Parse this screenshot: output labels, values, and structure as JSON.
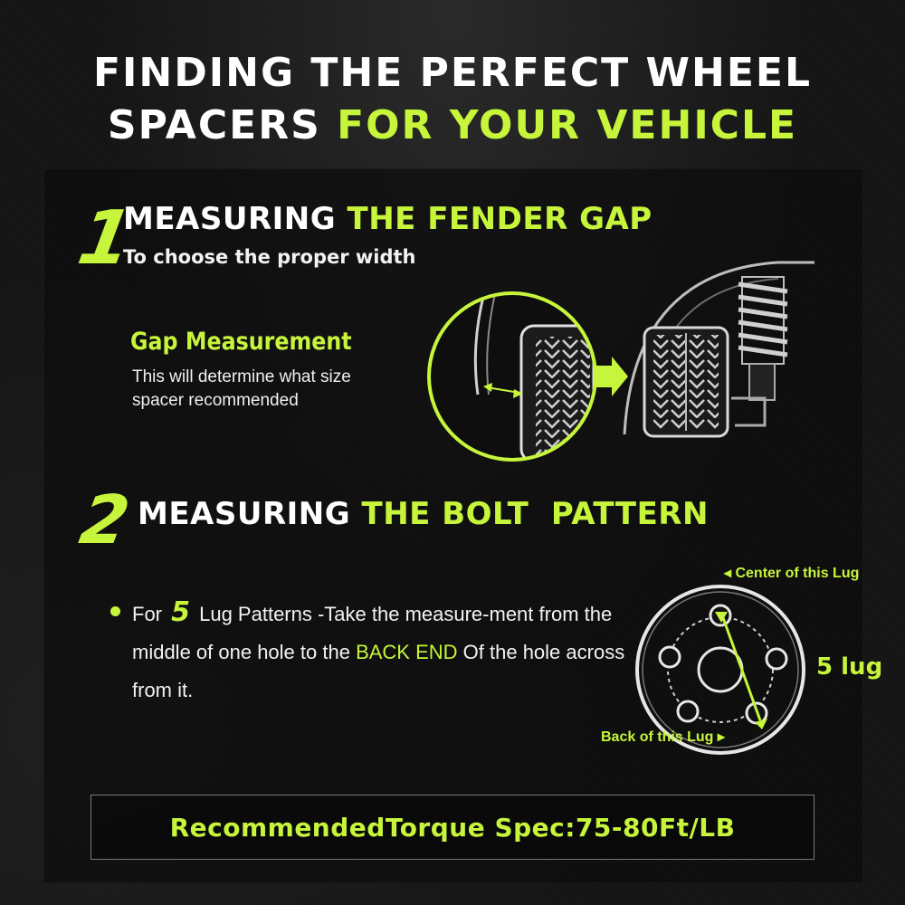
{
  "headline": {
    "line1": "FINDING THE PERFECT WHEEL",
    "line2_white": "SPACERS ",
    "line2_green": "FOR YOUR VEHICLE"
  },
  "step1": {
    "number": "1",
    "title_white": "MEASURING ",
    "title_green": "THE FENDER GAP",
    "subtitle": "To choose the proper width",
    "gap_title": "Gap Measurement",
    "gap_description": "This will determine what size spacer recommended"
  },
  "step2": {
    "number": "2",
    "title_white": "MEASURING ",
    "title_green": "THE BOLT  PATTERN",
    "bullet": {
      "part1": "For ",
      "lug_count": "5",
      "part2": " Lug Patterns -Take the measure-ment from the middle of one hole to the ",
      "highlight": "BACK END",
      "part3": " Of the hole across from it."
    },
    "label_top": "◂ Center of this Lug",
    "label_bottom": "Back of this Lug ▸",
    "lug_label": "5 lug"
  },
  "torque": {
    "text": "RecommendedTorque Spec:75-80Ft/LB"
  },
  "colors": {
    "accent": "#c6f53b",
    "background": "#141414",
    "text": "#ffffff"
  },
  "icons": [
    "arrow-right-icon",
    "tire-icon",
    "coil-spring-icon",
    "lug-pattern-icon"
  ]
}
